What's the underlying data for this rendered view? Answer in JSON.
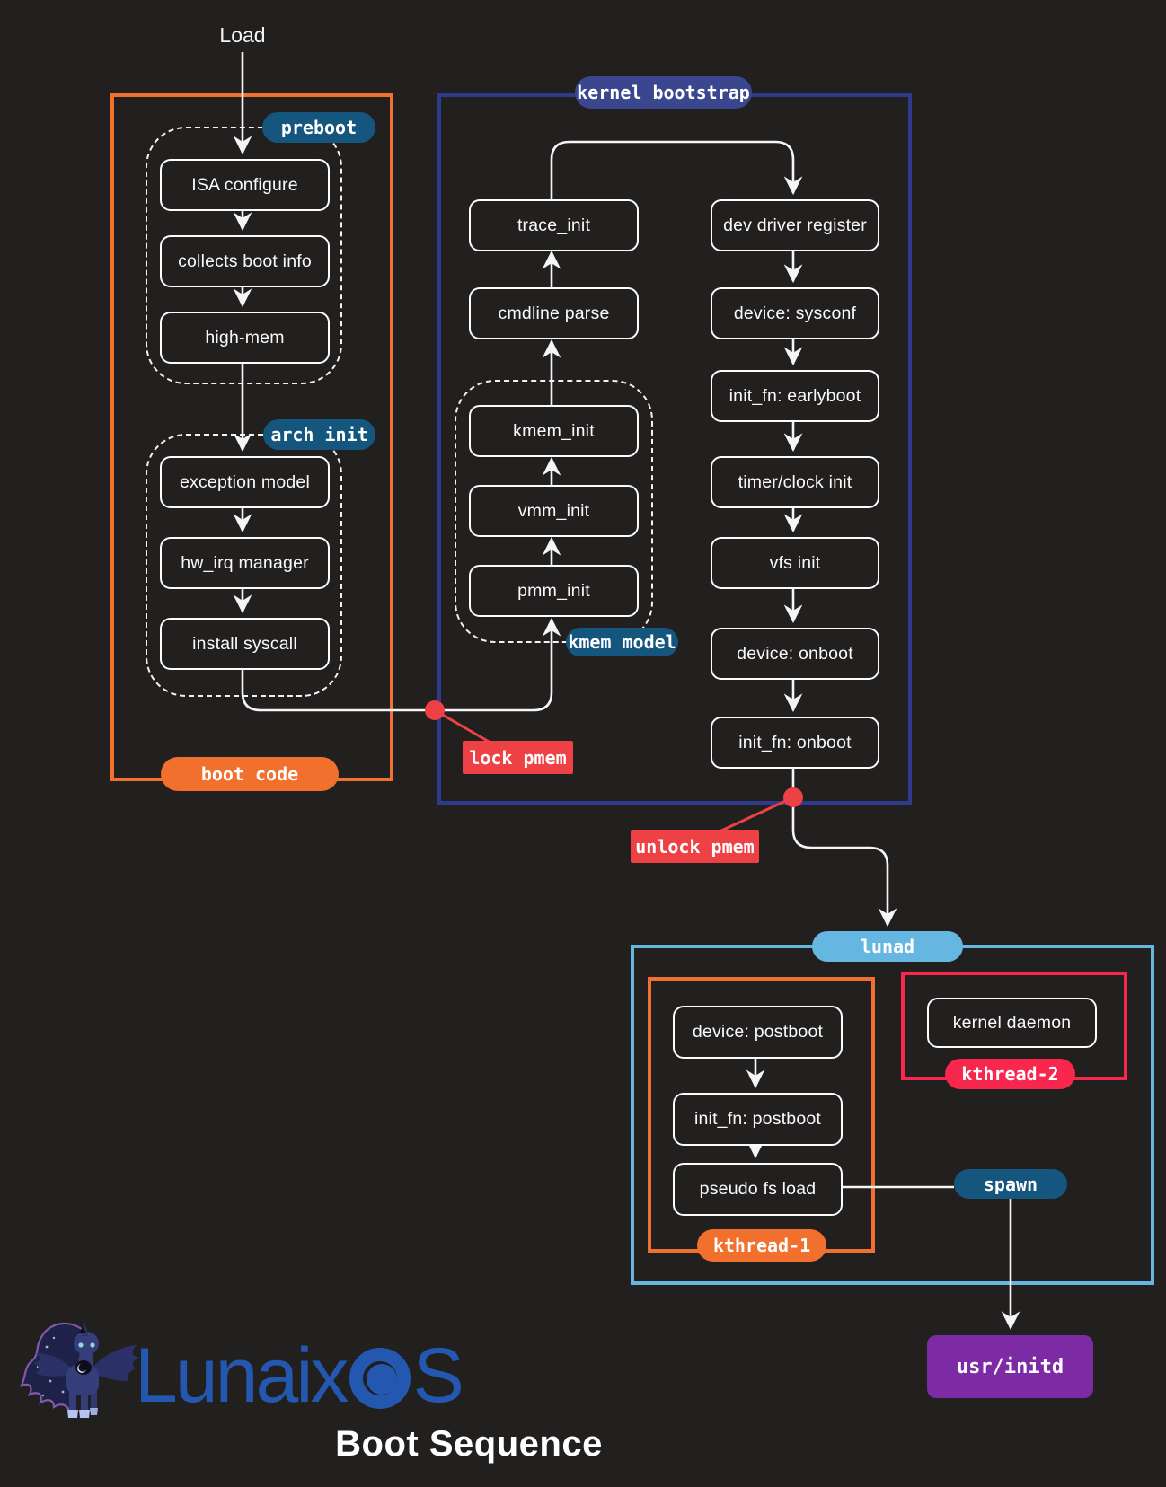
{
  "page": {
    "background": "#221F1F",
    "load_label": "Load",
    "caption": "Boot Sequence"
  },
  "colors": {
    "orange": "#F2702D",
    "navy": "#2E3A8C",
    "navy_badge": "#3A468E",
    "teal_badge": "#15567E",
    "light_blue": "#66B6E2",
    "crimson": "#F9274E",
    "red": "#EE4145",
    "purple": "#7C2BA5",
    "logo_blue": "#2457B0"
  },
  "badges": {
    "preboot": "preboot",
    "arch_init": "arch init",
    "kmem_model": "kmem model",
    "kernel_bootstrap": "kernel bootstrap",
    "boot_code": "boot code",
    "lunad": "lunad",
    "spawn": "spawn",
    "kthread_1": "kthread-1",
    "kthread_2": "kthread-2"
  },
  "annotations": {
    "lock_pmem": "lock pmem",
    "unlock_pmem": "unlock pmem",
    "usr_initd": "usr/initd"
  },
  "nodes": {
    "preboot_steps": [
      "ISA configure",
      "collects boot info",
      "high-mem"
    ],
    "arch_init_steps": [
      "exception model",
      "hw_irq manager",
      "install syscall"
    ],
    "bootstrap_left": [
      "trace_init",
      "cmdline parse"
    ],
    "kmem_steps": [
      "kmem_init",
      "vmm_init",
      "pmm_init"
    ],
    "bootstrap_right": [
      "dev driver register",
      "device: sysconf",
      "init_fn: earlyboot",
      "timer/clock init",
      "vfs init",
      "device: onboot",
      "init_fn: onboot"
    ],
    "kthread1_steps": [
      "device: postboot",
      "init_fn: postboot",
      "pseudo fs load"
    ],
    "kthread2_steps": [
      "kernel daemon"
    ]
  },
  "logo": {
    "brand_before_o": "Lunaix",
    "brand_after_o": "S"
  }
}
